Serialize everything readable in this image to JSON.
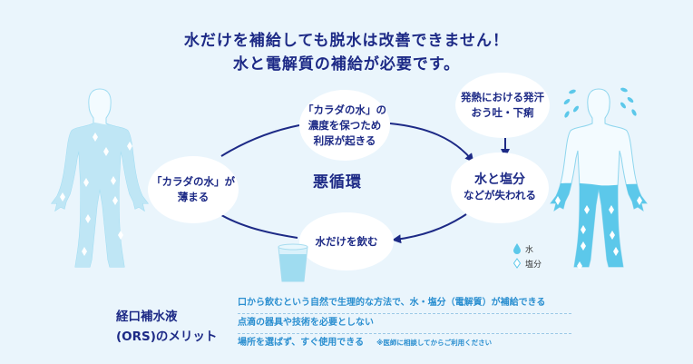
{
  "header": {
    "line1": "水だけを補給しても脱水は改善できません！",
    "line2": "水と電解質の補給が必要です。"
  },
  "cycle": {
    "center_label": "悪循環",
    "top_bubble": [
      "「カラダの水」の",
      "濃度を保つため",
      "利尿が起きる"
    ],
    "fever_bubble": [
      "発熱における発汗",
      "おう吐・下痢"
    ],
    "loss_bubble": {
      "main": "水と塩分",
      "sub": "などが失われる"
    },
    "thin_bubble": [
      "「カラダの水」が",
      "薄まる"
    ],
    "drink_bubble": "水だけを飲む"
  },
  "legend": {
    "water": "水",
    "salt": "塩分"
  },
  "ors": {
    "title_line1": "経口補水液",
    "title_line2": "(ORS)のメリット",
    "merits": [
      "口から飲むという自然で生理的な方法で、水・塩分（電解質）が補給できる",
      "点滴の器具や技術を必要としない",
      "場所を選ばず、すぐ使用できる"
    ],
    "note": "※医師に相談してからご利用ください"
  },
  "colors": {
    "navy": "#1d2a86",
    "water_light": "#bfe6f5",
    "water_dark": "#5cc8ea",
    "text_blue": "#2b8fd0",
    "background": "#eaf5fc"
  }
}
